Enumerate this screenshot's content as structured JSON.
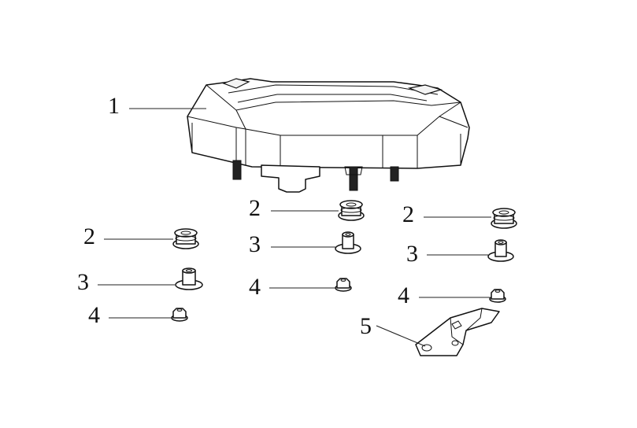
{
  "callouts": {
    "c1": "1",
    "c2a": "2",
    "c2b": "2",
    "c2c": "2",
    "c3a": "3",
    "c3b": "3",
    "c3c": "3",
    "c4a": "4",
    "c4b": "4",
    "c4c": "4",
    "c5": "5"
  }
}
